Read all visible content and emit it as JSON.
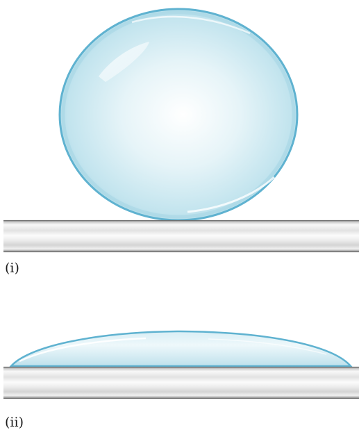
{
  "figure": {
    "panels": [
      {
        "label": "(i)",
        "drop": "spherical-droplet"
      },
      {
        "label": "(ii)",
        "drop": "flattened-droplet"
      }
    ]
  },
  "colors": {
    "drop_fill_center": "#f3fbfd",
    "drop_fill_mid": "#d7eef4",
    "drop_fill_edge": "#a9d8e6",
    "drop_outline": "#5fb2d0",
    "drop_outline_dark": "#3f96b8",
    "surface_light": "#f7f7f7",
    "surface_mid": "#dcdcdc",
    "surface_dark": "#8a8a8a",
    "surface_line": "#6f6f6f",
    "label_text": "#1a1a1a"
  }
}
